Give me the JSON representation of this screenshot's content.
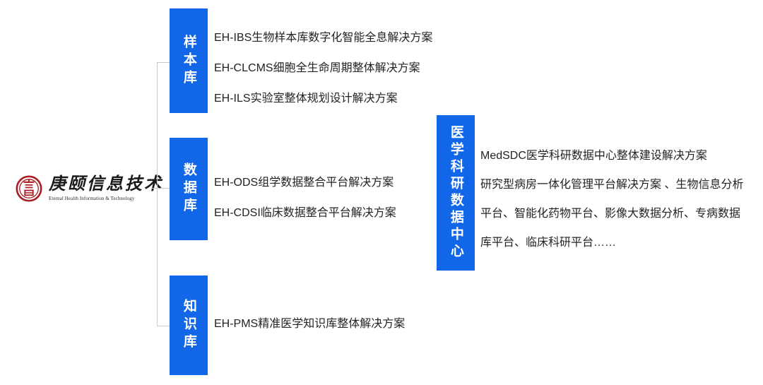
{
  "brand": {
    "seal_color": "#A81E25",
    "seal_glyph": "宫",
    "name_cn": "庚颐信息技术",
    "name_en": "Eternal Health Information & Technology"
  },
  "theme": {
    "blue": "#1267E8",
    "line": "#c9c9c9",
    "text": "#232323"
  },
  "categories": [
    {
      "id": "sample-library",
      "label": "样本库",
      "items": [
        "EH-IBS生物样本库数字化智能全息解决方案",
        "EH-CLCMS细胞全生命周期整体解决方案",
        "EH-ILS实验室整体规划设计解决方案"
      ]
    },
    {
      "id": "database",
      "label": "数据库",
      "items": [
        "EH-ODS组学数据整合平台解决方案",
        "EH-CDSI临床数据整合平台解决方案"
      ]
    },
    {
      "id": "knowledge-base",
      "label": "知识库",
      "items": [
        "EH-PMS精准医学知识库整体解决方案"
      ]
    }
  ],
  "center": {
    "id": "medical-research-data-center",
    "label": "医学科研数据中心",
    "paragraph_lines": [
      "MedSDC医学科研数据中心整体建设解决方案",
      "研究型病房一体化管理平台解决方案 、生物信息分析",
      "平台、智能化药物平台、影像大数据分析、专病数据",
      "库平台、临床科研平台……"
    ]
  }
}
